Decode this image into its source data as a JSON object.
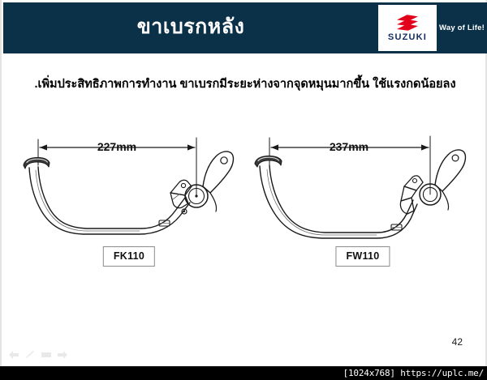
{
  "header": {
    "title": "ขาเบรกหลัง",
    "logo_word": "SUZUKI",
    "logo_mark": "suzuki-s-logo",
    "tagline": "Way of Life!",
    "bg_color": "#0b3148",
    "logo_color": "#e2001a",
    "logo_word_color": "#142d63"
  },
  "body": {
    "subtitle": ".เพิ่มประสิทธิภาพการทำงาน ขาเบรกมีระยะห่างจากจุดหมุนมากขึ้น ใช้แรงกดน้อยลง"
  },
  "figures": [
    {
      "id": "fk110",
      "dimension_label": "227mm",
      "dimension_value": 227,
      "dimension_unit": "mm",
      "caption": "FK110",
      "part": "rear-brake-pedal"
    },
    {
      "id": "fw110",
      "dimension_label": "237mm",
      "dimension_value": 237,
      "dimension_unit": "mm",
      "caption": "FW110",
      "part": "rear-brake-pedal"
    }
  ],
  "footer": {
    "page_number": "42",
    "watermark": "[1024x768] https://uplc.me/",
    "nav_icons": [
      "previous-arrow-icon",
      "pen-icon",
      "menu-icon",
      "next-arrow-icon"
    ]
  }
}
